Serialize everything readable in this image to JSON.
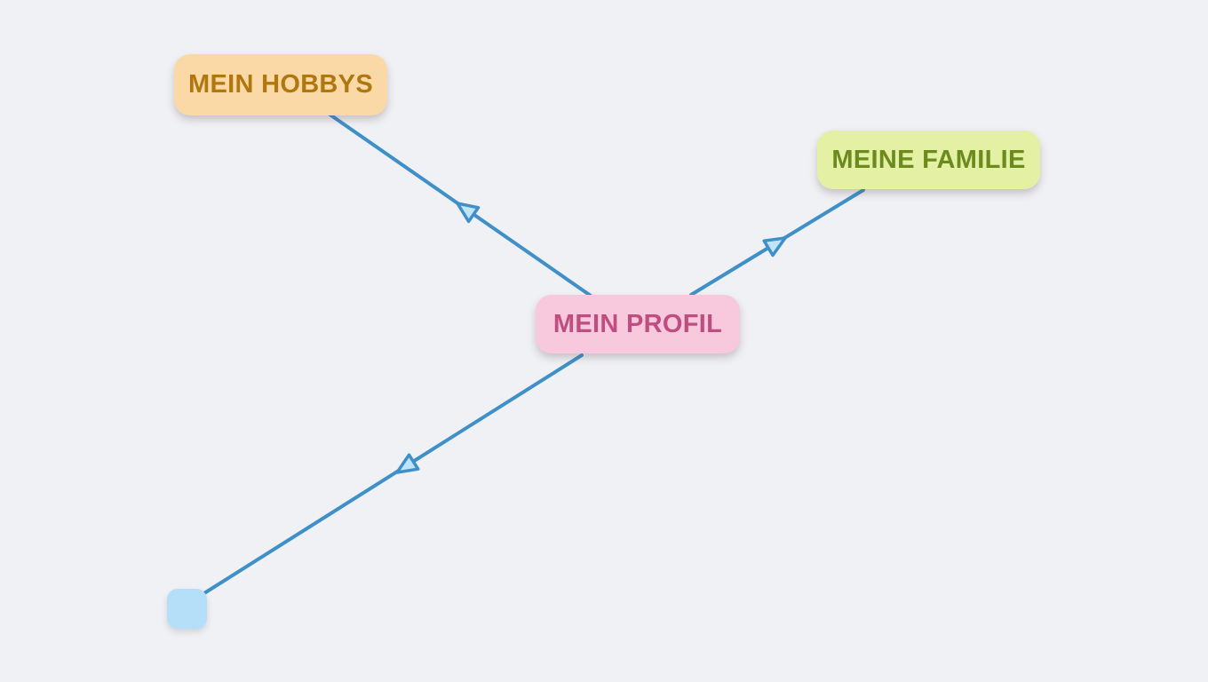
{
  "app": {
    "name": "mind-map-canvas",
    "background": "#F0F1F4"
  },
  "connector": {
    "color": "#3F90C8",
    "width": 4,
    "arrow_fill": "#C2E4F8",
    "arrow_stroke_width": 3.5
  },
  "nodes": {
    "hobbys": {
      "label": "MEIN HOBBYS",
      "fill": "#FBD9A7",
      "text_color": "#B0770F"
    },
    "familie": {
      "label": "MEINE FAMILIE",
      "fill": "#E4F0A4",
      "text_color": "#6C8B1E"
    },
    "profil": {
      "label": "MEIN PROFIL",
      "fill": "#F8C8DD",
      "text_color": "#BE4E81"
    },
    "new_node": {
      "label": "",
      "fill": "#B5DFF8"
    }
  },
  "edges": [
    {
      "from": "profil",
      "to": "hobbys",
      "arrow_direction": "to"
    },
    {
      "from": "profil",
      "to": "familie",
      "arrow_direction": "to"
    },
    {
      "from": "profil",
      "to": "new_node",
      "arrow_direction": "to"
    }
  ]
}
